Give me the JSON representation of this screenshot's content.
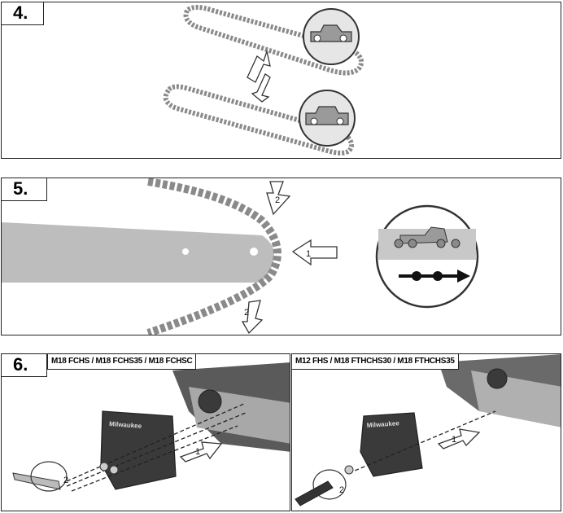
{
  "steps": {
    "step4": {
      "label": "4."
    },
    "step5": {
      "label": "5.",
      "arrow_push": "1",
      "arrow_top": "2",
      "arrow_bottom": "2"
    },
    "step6": {
      "label": "6.",
      "left": {
        "models": "M18 FCHS / M18 FCHS35 / M18 FCHSC",
        "arrow_slide": "1",
        "arrow_rotate": "2",
        "brand": "Milwaukee"
      },
      "right": {
        "models": "M12 FHS / M18 FTHCHS30 / M18 FTHCHS35",
        "arrow_slide": "1",
        "arrow_rotate": "2",
        "brand": "Milwaukee"
      }
    }
  },
  "colors": {
    "border": "#222222",
    "bar": "#bdbdbd",
    "chain": "#8a8a8a",
    "dark": "#3a3a3a"
  }
}
